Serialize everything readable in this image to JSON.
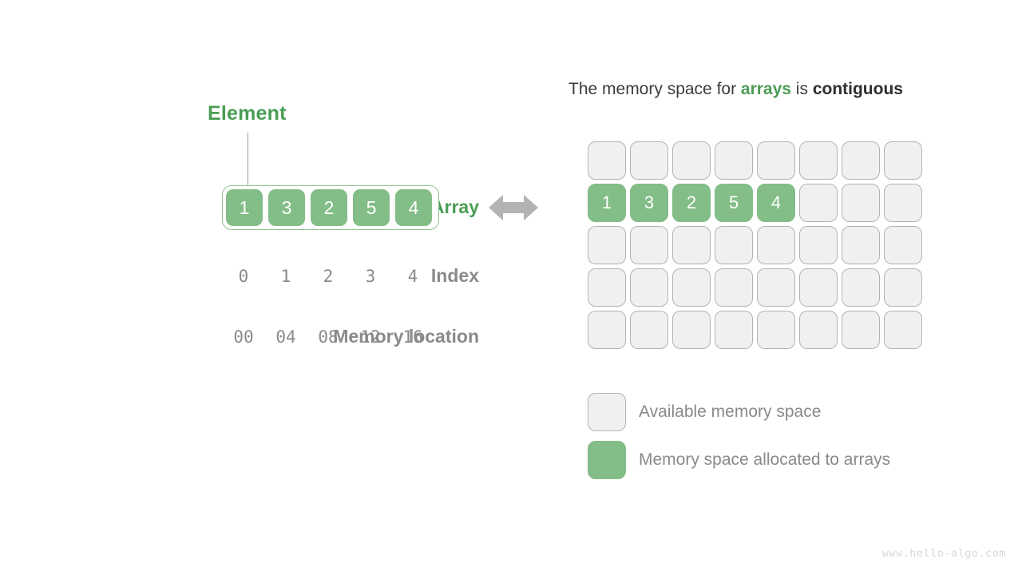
{
  "colors": {
    "green_fill": "#83bd87",
    "green_text": "#4a9d55",
    "gray_label": "#8a8a8a",
    "cell_free_fill": "#f0f0f0",
    "cell_free_border": "#b3b3b3",
    "arrow_gray": "#b3b3b3",
    "watermark": "#d8d8d8"
  },
  "left": {
    "element_callout": "Element",
    "array_label": "Array",
    "index_label": "Index",
    "memory_label": "Memory location",
    "array_values": [
      "1",
      "3",
      "2",
      "5",
      "4"
    ],
    "index_values": [
      "0",
      "1",
      "2",
      "3",
      "4"
    ],
    "memory_values": [
      "00",
      "04",
      "08",
      "12",
      "16"
    ]
  },
  "arrow": {
    "icon": "double-arrow-horizontal-icon"
  },
  "right": {
    "title": {
      "part1": "The memory space for ",
      "highlight_green": "arrays",
      "part2": " is ",
      "highlight_dark": "contiguous"
    },
    "grid": {
      "columns": 8,
      "rows": 5,
      "cells": [
        [
          "",
          "",
          "",
          "",
          "",
          "",
          "",
          ""
        ],
        [
          "1",
          "3",
          "2",
          "5",
          "4",
          "",
          "",
          ""
        ],
        [
          "",
          "",
          "",
          "",
          "",
          "",
          "",
          ""
        ],
        [
          "",
          "",
          "",
          "",
          "",
          "",
          "",
          ""
        ],
        [
          "",
          "",
          "",
          "",
          "",
          "",
          "",
          ""
        ]
      ]
    },
    "legend": [
      {
        "state": "free",
        "label": "Available memory space"
      },
      {
        "state": "used",
        "label": "Memory space allocated to arrays"
      }
    ]
  },
  "watermark": "www.hello-algo.com"
}
